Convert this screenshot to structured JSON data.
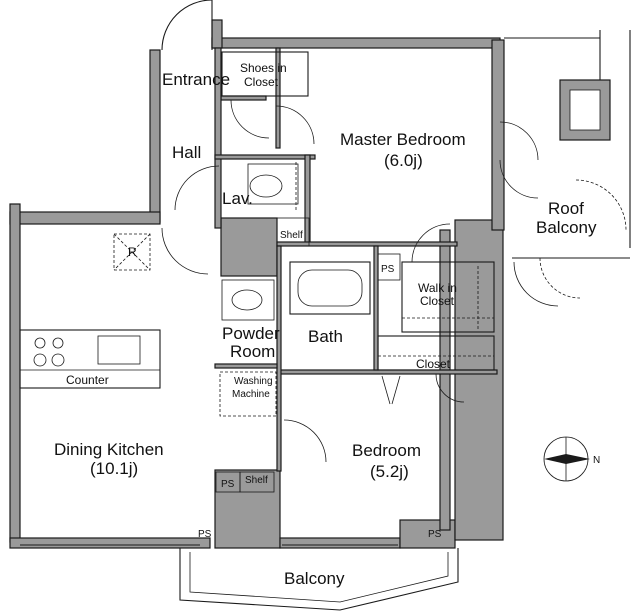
{
  "labels": {
    "entrance": "Entrance",
    "shoes_closet_1": "Shoes in",
    "shoes_closet_2": "Closet",
    "hall": "Hall",
    "lav": "Lav.",
    "shelf_top": "Shelf",
    "master_bedroom": "Master Bedroom",
    "master_bedroom_size": "(6.0j)",
    "roof_balcony_1": "Roof",
    "roof_balcony_2": "Balcony",
    "ps_1": "PS",
    "walk_in_closet_1": "Walk in",
    "walk_in_closet_2": "Closet",
    "r_mark": "R",
    "bath": "Bath",
    "powder_room_1": "Powder",
    "powder_room_2": "Room",
    "closet": "Closet",
    "counter": "Counter",
    "washing_machine_1": "Washing",
    "washing_machine_2": "Machine",
    "dining_kitchen": "Dining Kitchen",
    "dining_kitchen_size": "(10.1j)",
    "bedroom": "Bedroom",
    "bedroom_size": "(5.2j)",
    "ps_2": "PS",
    "shelf_bottom": "Shelf",
    "ps_3": "PS",
    "ps_4": "PS",
    "balcony": "Balcony",
    "north": "N"
  },
  "colors": {
    "wall": "#9a9a9a",
    "line": "#1a1a1a"
  }
}
